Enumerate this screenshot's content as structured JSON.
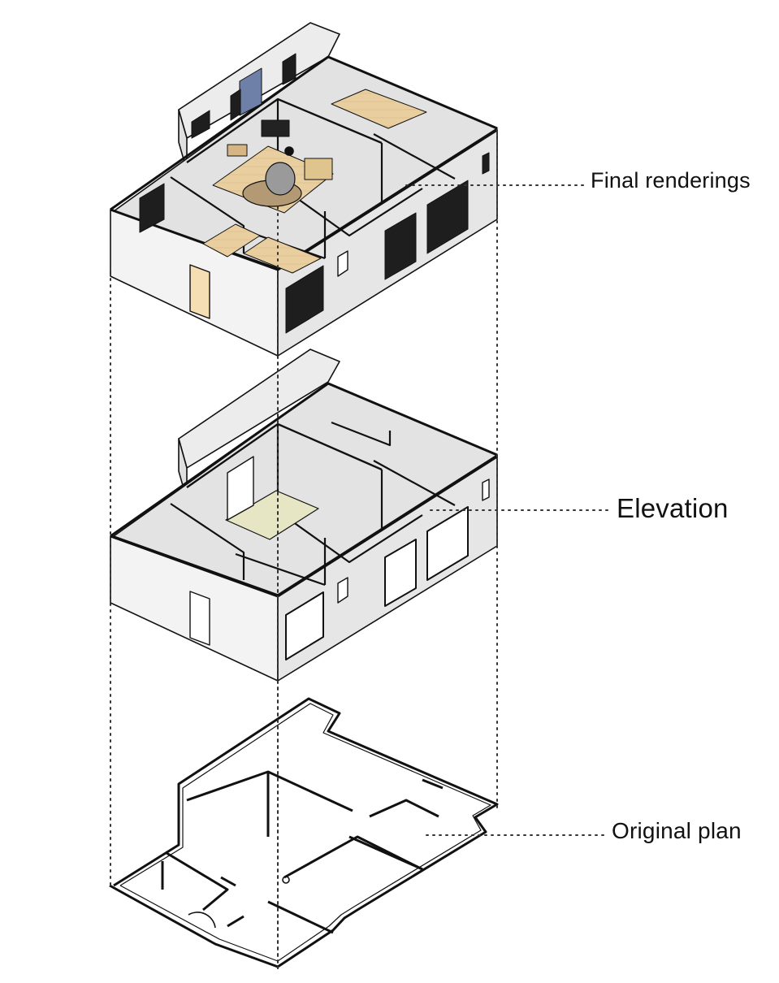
{
  "labels": {
    "final_renderings": "Final renderings",
    "elevation": "Elevation",
    "original_plan": "Original plan"
  },
  "colors": {
    "line": "#111111",
    "wall_face_light": "#f4f4f4",
    "wall_face_mid": "#e4e4e4",
    "wall_top": "#ffffff",
    "floor": "#dedede",
    "wood": "#e9cfa0",
    "highlight_floor": "#e6e6c4",
    "glass_dark": "#1e1e1e",
    "accent_blue": "#6e7fa8"
  }
}
